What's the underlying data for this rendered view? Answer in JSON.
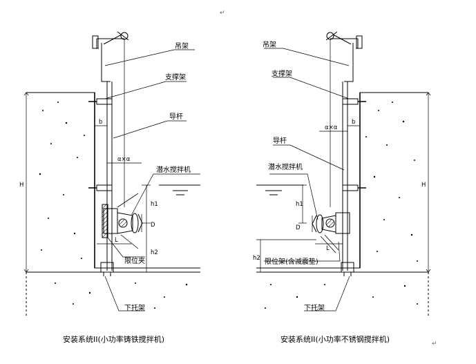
{
  "paragraph_mark": "↵",
  "left": {
    "labels": {
      "hanger": "吊架",
      "support": "支撑架",
      "guide_rod": "导杆",
      "mixer": "潜水搅拌机",
      "limiter": "限位夹",
      "bottom_bracket": "下托架"
    },
    "dims": {
      "H": "H",
      "b": "b",
      "axa": "α×α",
      "h1": "h1",
      "D": "D",
      "L": "L",
      "h2": "h2"
    },
    "caption": "安装系统II(小功率铸铁搅拌机)"
  },
  "right": {
    "labels": {
      "hanger": "吊架",
      "support": "支撑架",
      "guide_rod": "导杆",
      "mixer": "潜水搅拌机",
      "limiter": "限位架(含减震垫)",
      "bottom_bracket": "下托架"
    },
    "dims": {
      "H": "H",
      "b": "b",
      "axa": "α×α",
      "h1": "h1",
      "D": "D",
      "L": "L",
      "h2": "h2"
    },
    "caption": "安装系统II(小功率不锈钢搅拌机)"
  }
}
